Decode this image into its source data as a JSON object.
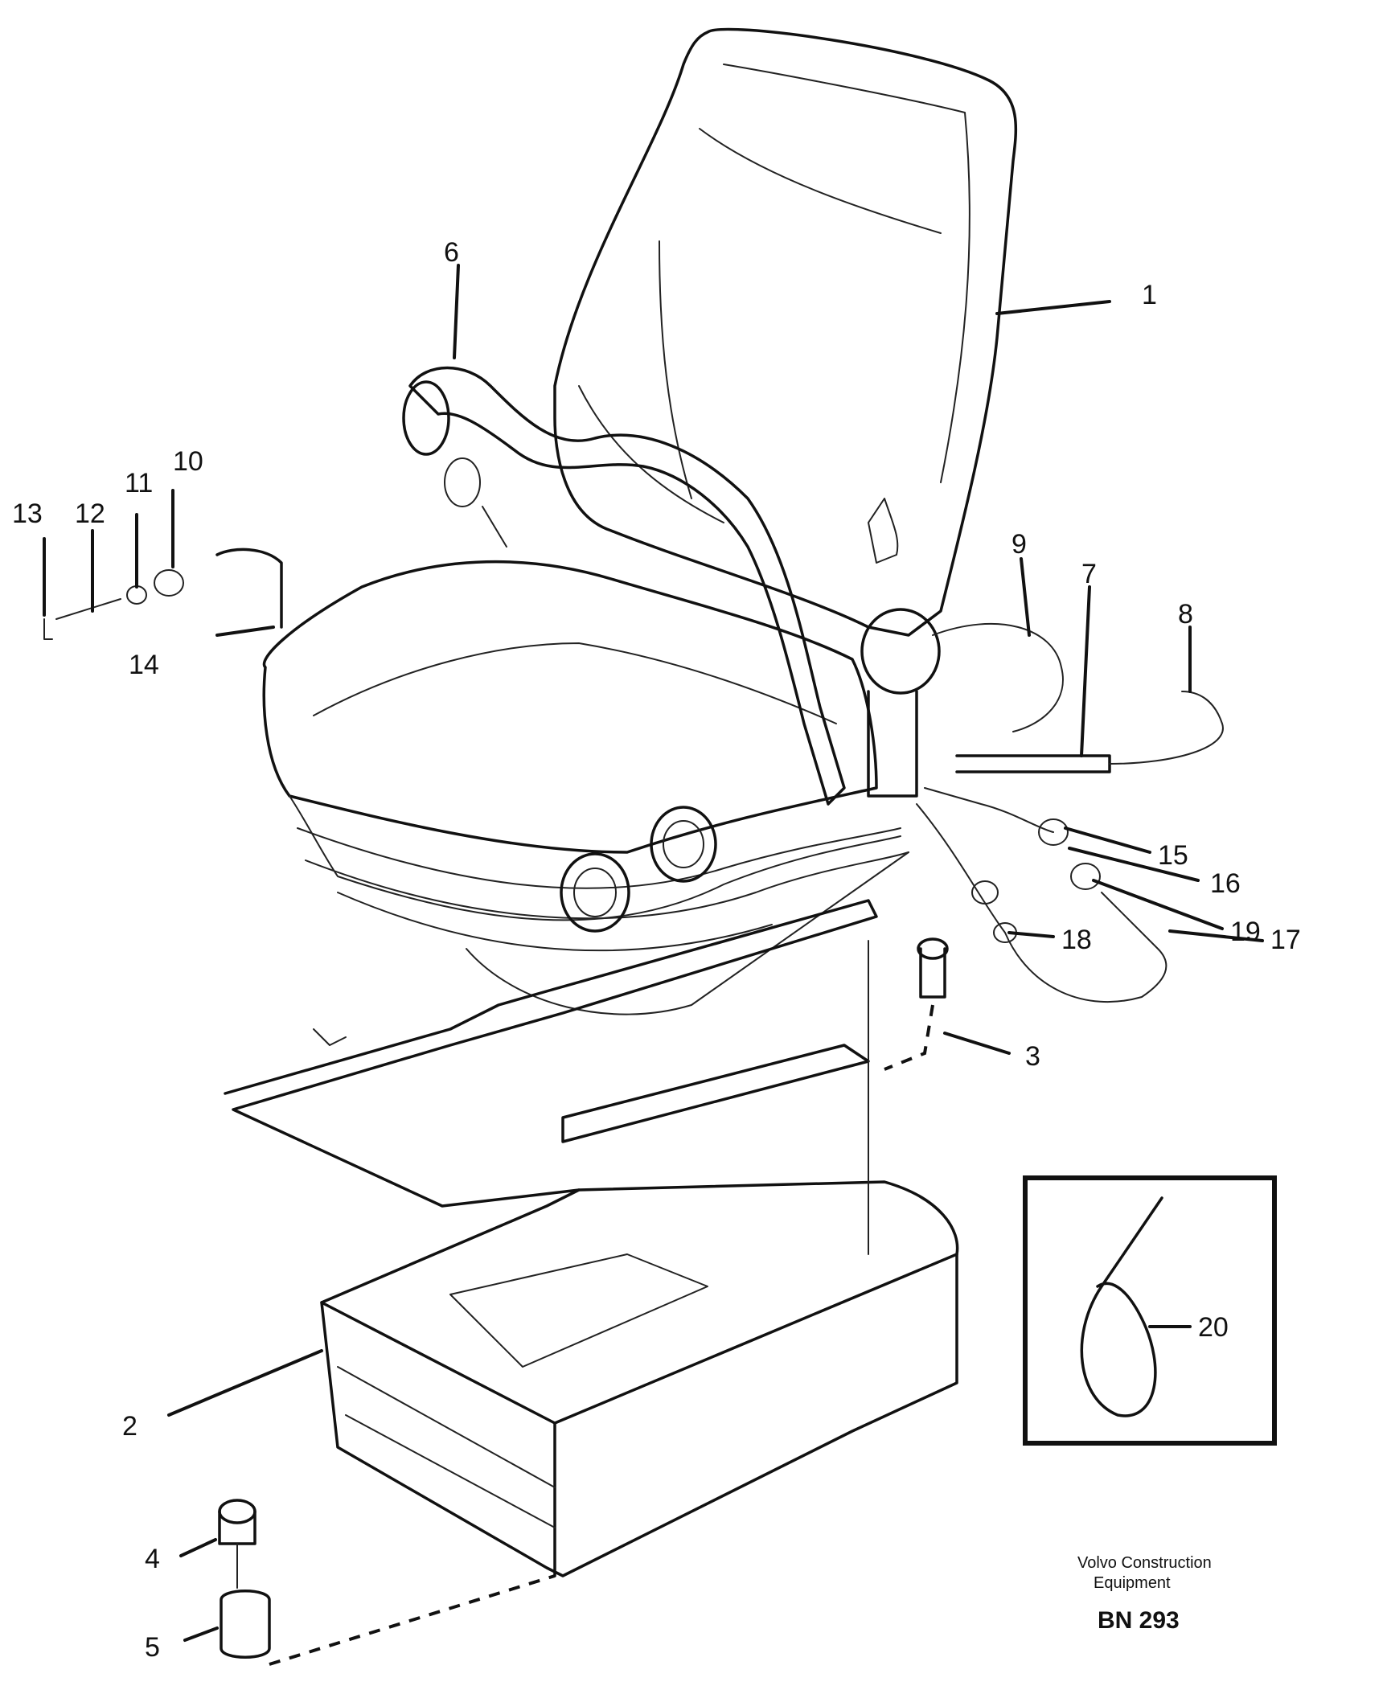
{
  "callouts": {
    "c1": "1",
    "c2": "2",
    "c3": "3",
    "c4": "4",
    "c5": "5",
    "c6": "6",
    "c7": "7",
    "c8": "8",
    "c9": "9",
    "c10": "10",
    "c11": "11",
    "c12": "12",
    "c13": "13",
    "c14": "14",
    "c15": "15",
    "c16": "16",
    "c17": "17",
    "c18": "18",
    "c19": "19",
    "c20": "20"
  },
  "credit": {
    "line1": "Volvo Construction",
    "line2": "Equipment",
    "code": "BN 293"
  }
}
